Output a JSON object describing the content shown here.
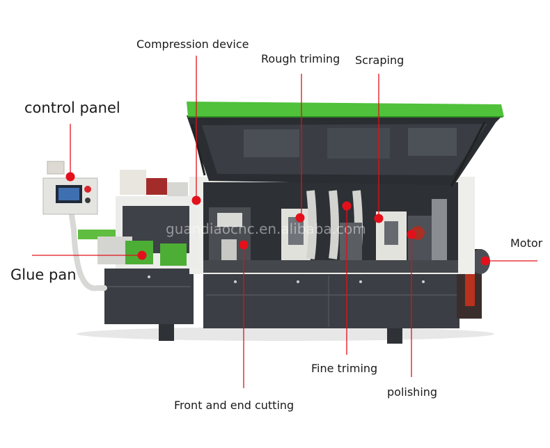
{
  "labels": {
    "compression_device": "Compression device",
    "rough_trimming": "Rough triming",
    "scraping": "Scraping",
    "control_panel": "control panel",
    "motor": "Motor",
    "glue_pan": "Glue pan",
    "fine_trimming": "Fine triming",
    "polishing": "polishing",
    "front_end_cutting": "Front and end cutting"
  },
  "watermark": "guandiaocnc.en.alibaba.com",
  "colors": {
    "accent_green": "#4fc13a",
    "marker_red": "#e3101b",
    "machine_white": "#eeeeea",
    "machine_dark": "#3b3e44",
    "glass": "#2a2d31"
  }
}
